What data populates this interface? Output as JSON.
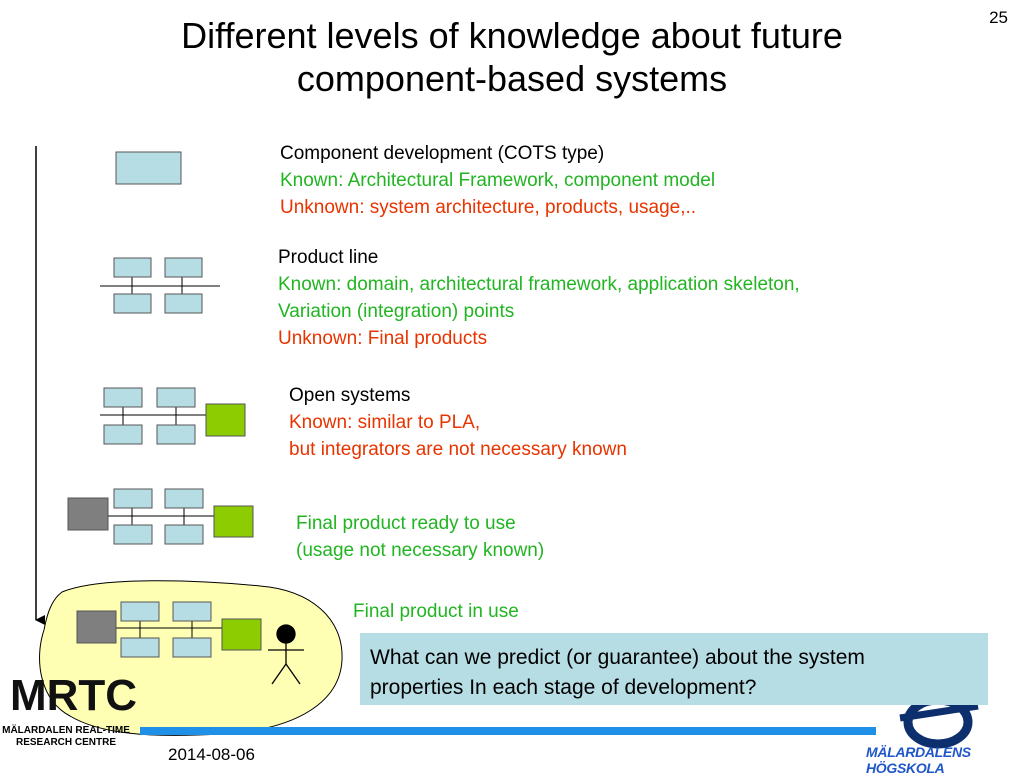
{
  "slide": {
    "number": "25",
    "title_lines": [
      "Different levels of knowledge about future",
      "component-based systems"
    ],
    "date": "2014-08-06"
  },
  "stages": [
    {
      "heading": "Component development (COTS type)",
      "known": [
        "Known: Architectural Framework, component model"
      ],
      "unknown": [
        "Unknown: system architecture, products, usage,.."
      ]
    },
    {
      "heading": "Product line",
      "known": [
        "Known: domain, architectural framework, application skeleton,",
        "Variation (integration) points"
      ],
      "unknown": [
        "Unknown: Final products"
      ]
    },
    {
      "heading": "Open systems",
      "unknown": [
        "Known: similar to PLA,",
        "but integrators are not necessary known"
      ]
    },
    {
      "known": [
        "Final product ready to use",
        "(usage not necessary known)"
      ]
    },
    {
      "known": [
        "Final product in use"
      ]
    }
  ],
  "question": {
    "lines": [
      "What can we predict (or guarantee) about the system",
      "properties In each stage of development?"
    ]
  },
  "logos": {
    "mrtc_letters": "MRTC",
    "mrtc_lines": [
      "MÄLARDALEN REAL-TIME",
      "RESEARCH CENTRE"
    ],
    "mdh_name": "MÄLARDALENS HÖGSKOLA"
  },
  "colors": {
    "component_fill": "#b7dde4",
    "integrator_fill": "#8ccc00",
    "external_fill": "#7f7f7f",
    "usage_blob_fill": "#ffffb3",
    "known_text": "#22b522",
    "unknown_text": "#e83400",
    "question_box": "#b7dde4",
    "rule_blue": "#1e90e8"
  }
}
